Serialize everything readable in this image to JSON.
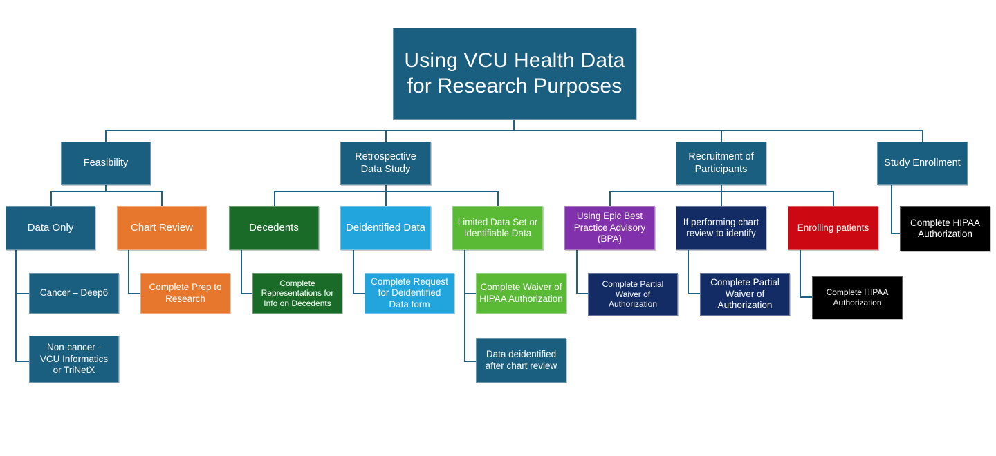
{
  "diagram": {
    "title": "Using VCU Health Data for Research Purposes",
    "colors": {
      "teal": "#1b5f80",
      "connector": "#1d6285",
      "orange": "#e8772e",
      "dark_green": "#1a6b28",
      "light_blue": "#22a4dc",
      "light_green": "#5aba36",
      "purple": "#8031ab",
      "navy": "#132c66",
      "red": "#cc0813",
      "black": "#000000"
    }
  },
  "root": {
    "label": "Using VCU Health Data for Research Purposes",
    "color": "teal"
  },
  "level2": [
    {
      "id": "feasibility",
      "label": "Feasibility",
      "color": "teal"
    },
    {
      "id": "retrospective-data-study",
      "label": "Retrospective Data Study",
      "color": "teal"
    },
    {
      "id": "recruitment-of-participants",
      "label": "Recruitment of Participants",
      "color": "teal"
    },
    {
      "id": "study-enrollment",
      "label": "Study Enrollment",
      "color": "teal"
    }
  ],
  "level3": [
    {
      "id": "data-only",
      "label": "Data Only",
      "color": "teal",
      "parent": "feasibility"
    },
    {
      "id": "chart-review",
      "label": "Chart Review",
      "color": "orange",
      "parent": "feasibility"
    },
    {
      "id": "decedents",
      "label": "Decedents",
      "color": "dark_green",
      "parent": "retrospective-data-study"
    },
    {
      "id": "deidentified-data",
      "label": "Deidentified Data",
      "color": "light_blue",
      "parent": "retrospective-data-study"
    },
    {
      "id": "limited-data-set-or-identifiable-data",
      "label": "Limited Data Set or Identifiable Data",
      "color": "light_green",
      "parent": "retrospective-data-study"
    },
    {
      "id": "using-epic-best-practice-advisory",
      "label": "Using Epic Best Practice Advisory (BPA)",
      "color": "purple",
      "parent": "recruitment-of-participants"
    },
    {
      "id": "if-performing-chart-review-to-identify",
      "label": "If performing chart review to identify",
      "color": "navy",
      "parent": "recruitment-of-participants"
    },
    {
      "id": "enrolling-patients",
      "label": "Enrolling patients",
      "color": "red",
      "parent": "recruitment-of-participants"
    },
    {
      "id": "complete-hipaa-authorization-enrollment",
      "label": "Complete HIPAA Authorization",
      "color": "black",
      "parent": "study-enrollment"
    }
  ],
  "level4": [
    {
      "id": "cancer-deep6",
      "label": "Cancer – Deep6",
      "color": "teal",
      "parent": "data-only"
    },
    {
      "id": "non-cancer-vcu-informatics-or-trinetx",
      "label": "Non-cancer -\nVCU Informatics\nor TriNetX",
      "color": "teal",
      "parent": "data-only"
    },
    {
      "id": "complete-prep-to-research",
      "label": "Complete Prep to Research",
      "color": "orange",
      "parent": "chart-review"
    },
    {
      "id": "complete-representations-for-info-on-decedents",
      "label": "Complete Representations for Info on Decedents",
      "color": "dark_green",
      "parent": "decedents"
    },
    {
      "id": "complete-request-for-deidentified-data-form",
      "label": "Complete Request for Deidentified Data form",
      "color": "light_blue",
      "parent": "deidentified-data"
    },
    {
      "id": "complete-waiver-of-hipaa-authorization",
      "label": "Complete Waiver of HIPAA Authorization",
      "color": "light_green",
      "parent": "limited-data-set-or-identifiable-data"
    },
    {
      "id": "data-deidentified-after-chart-review",
      "label": "Data deidentified after chart review",
      "color": "teal",
      "parent": "limited-data-set-or-identifiable-data"
    },
    {
      "id": "complete-partial-waiver-of-authorization-bpa",
      "label": "Complete Partial Waiver of Authorization",
      "color": "navy",
      "parent": "using-epic-best-practice-advisory"
    },
    {
      "id": "complete-partial-waiver-of-authorization-chart",
      "label": "Complete Partial Waiver of Authorization",
      "color": "navy",
      "parent": "if-performing-chart-review-to-identify"
    },
    {
      "id": "complete-hipaa-authorization-enrolling",
      "label": "Complete HIPAA Authorization",
      "color": "black",
      "parent": "enrolling-patients"
    }
  ]
}
